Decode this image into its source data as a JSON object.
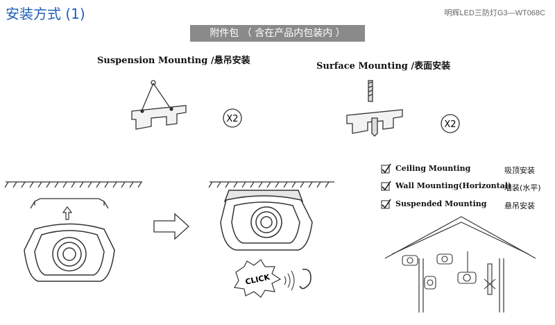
{
  "header": {
    "title": "安装方式 (1)",
    "model": "明辉LED三防灯G3—WT068C"
  },
  "banner": {
    "label": "附件包 （ 含在产品内包装内 ）"
  },
  "accessories": [
    {
      "caption": "Suspension Mounting /悬吊安装",
      "count": "X2"
    },
    {
      "caption": "Surface Mounting /表面安装",
      "count": "X2"
    }
  ],
  "sound": {
    "label": "CLICK"
  },
  "options": [
    {
      "en": "Ceiling Mounting",
      "cn": "吸顶安装",
      "checked": true
    },
    {
      "en": "Wall Mounting(Horizontal)",
      "cn": "墙装(水平)",
      "checked": true
    },
    {
      "en": "Suspended Mounting",
      "cn": "悬吊安装",
      "checked": true
    }
  ]
}
